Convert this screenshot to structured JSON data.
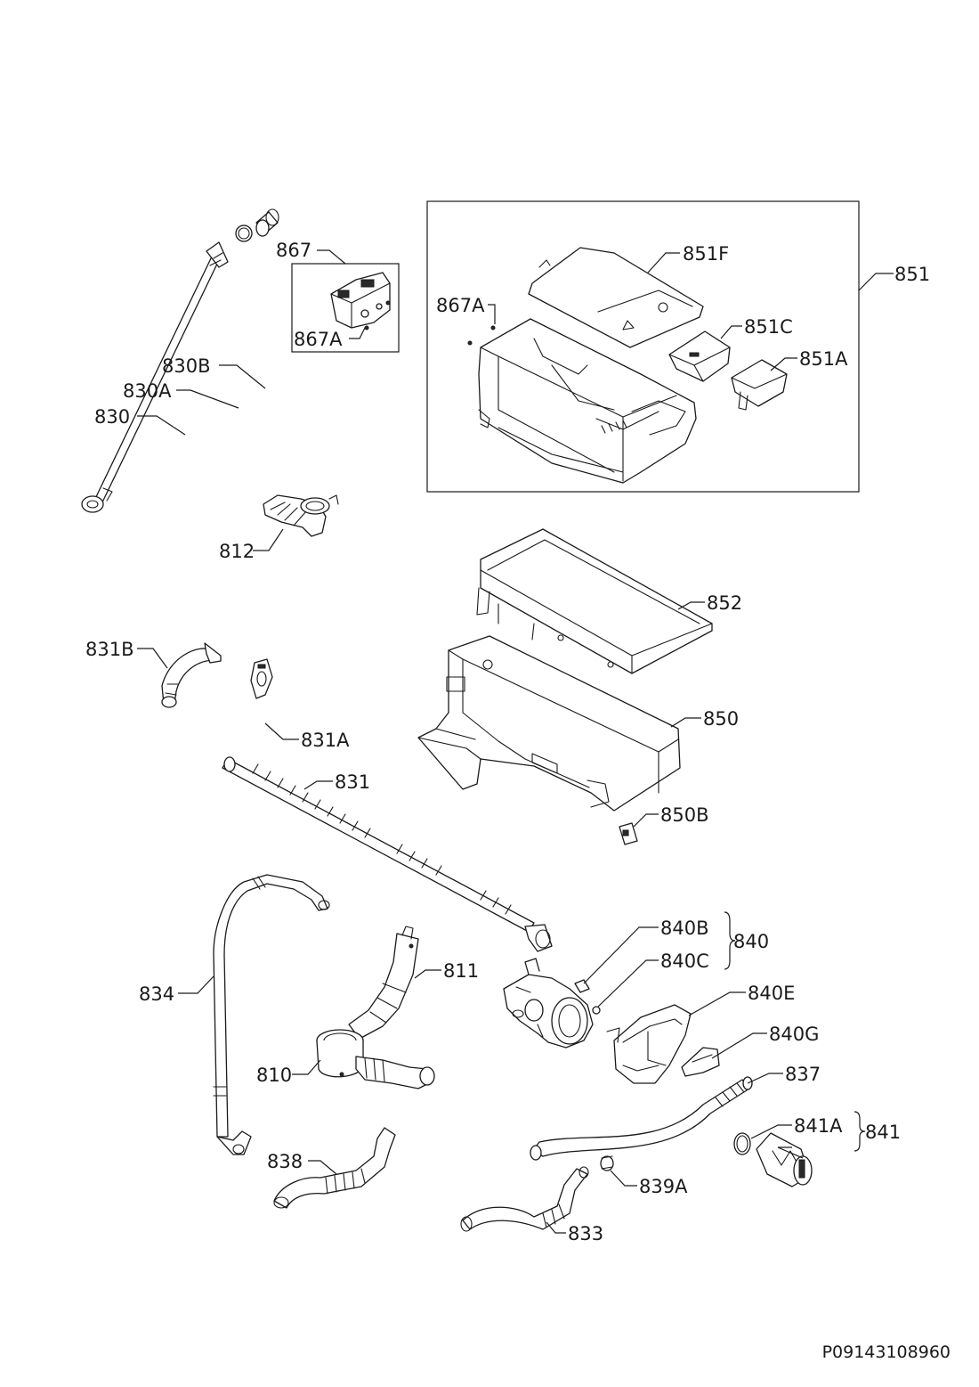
{
  "diagram_id": "P09143108960",
  "labels": {
    "l867": "867",
    "l867A_a": "867A",
    "l867A_b": "867A",
    "l851F": "851F",
    "l851": "851",
    "l851C": "851C",
    "l851A": "851A",
    "l830B": "830B",
    "l830A": "830A",
    "l830": "830",
    "l812": "812",
    "l852": "852",
    "l831B": "831B",
    "l831A": "831A",
    "l850": "850",
    "l831": "831",
    "l850B": "850B",
    "l840B": "840B",
    "l840": "840",
    "l840C": "840C",
    "l811": "811",
    "l834": "834",
    "l840E": "840E",
    "l840G": "840G",
    "l810": "810",
    "l837": "837",
    "l841A": "841A",
    "l841": "841",
    "l838": "838",
    "l839A": "839A",
    "l833": "833"
  }
}
